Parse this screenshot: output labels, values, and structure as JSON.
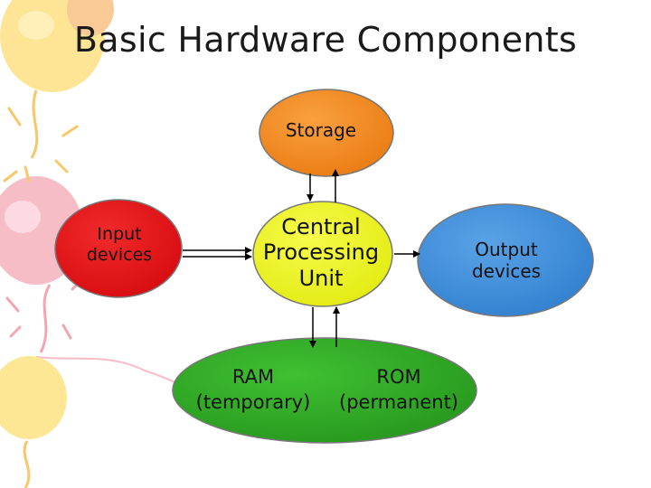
{
  "title": "Basic Hardware Components",
  "nodes": {
    "storage": {
      "label": "Storage",
      "color": "#f28a1c"
    },
    "input": {
      "label_lines": [
        "Input",
        "devices"
      ],
      "color": "#e8161b"
    },
    "cpu": {
      "label_lines": [
        "Central",
        "Processing",
        "Unit"
      ],
      "color": "#eef516"
    },
    "output": {
      "label_lines": [
        "Output",
        "devices"
      ],
      "color": "#3c8ed9"
    },
    "memory": {
      "color": "#2faa26",
      "ram": {
        "label_lines": [
          "RAM",
          "(temporary)"
        ]
      },
      "rom": {
        "label_lines": [
          "ROM",
          "(permanent)"
        ]
      }
    }
  },
  "colors": {
    "balloon_pink": "#f6b6c2",
    "balloon_yellow": "#fde58a",
    "balloon_orange": "#f9c48b",
    "arrow": "#000000"
  }
}
